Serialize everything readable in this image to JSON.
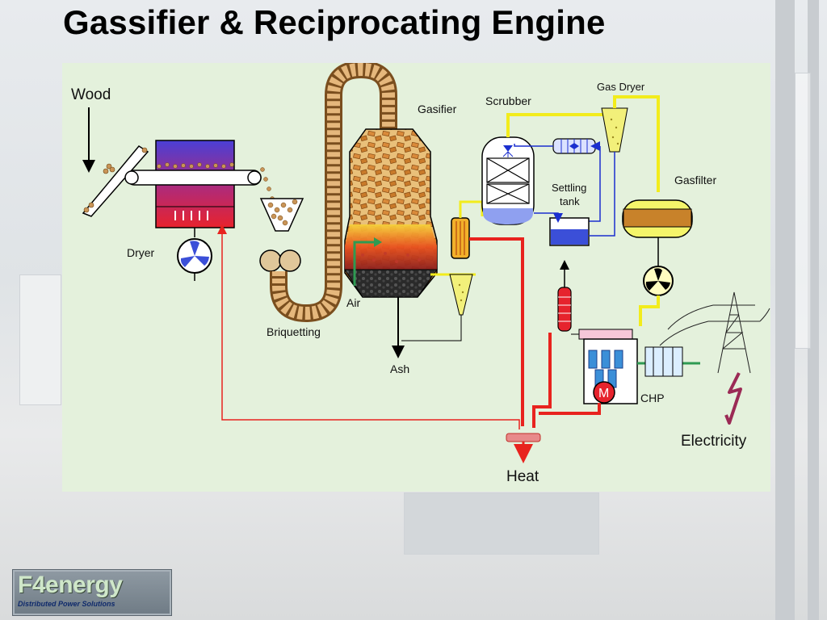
{
  "slide": {
    "title": "Gassifier & Reciprocating Engine"
  },
  "diagram": {
    "labels": {
      "wood": "Wood",
      "dryer": "Dryer",
      "briquetting": "Briquetting",
      "gasifier": "Gasifier",
      "air": "Air",
      "ash": "Ash",
      "scrubber": "Scrubber",
      "gas_dryer": "Gas Dryer",
      "settling_tank_line1": "Settling",
      "settling_tank_line2": "tank",
      "gasfilter": "Gasfilter",
      "chp": "CHP",
      "electricity": "Electricity",
      "heat": "Heat"
    },
    "colors": {
      "panel": "#e4f1dc",
      "gas_line": "#f2ec1c",
      "heat_line": "#e8231e",
      "water_line": "#1b2fcf",
      "air_arrow": "#2e9a52",
      "conveyor": "#c8996a"
    },
    "icons": [
      "fan-icon",
      "motor-icon",
      "lightning-icon",
      "pylon-icon"
    ]
  },
  "logo": {
    "name": "F4energy",
    "tagline": "Distributed Power Solutions"
  }
}
